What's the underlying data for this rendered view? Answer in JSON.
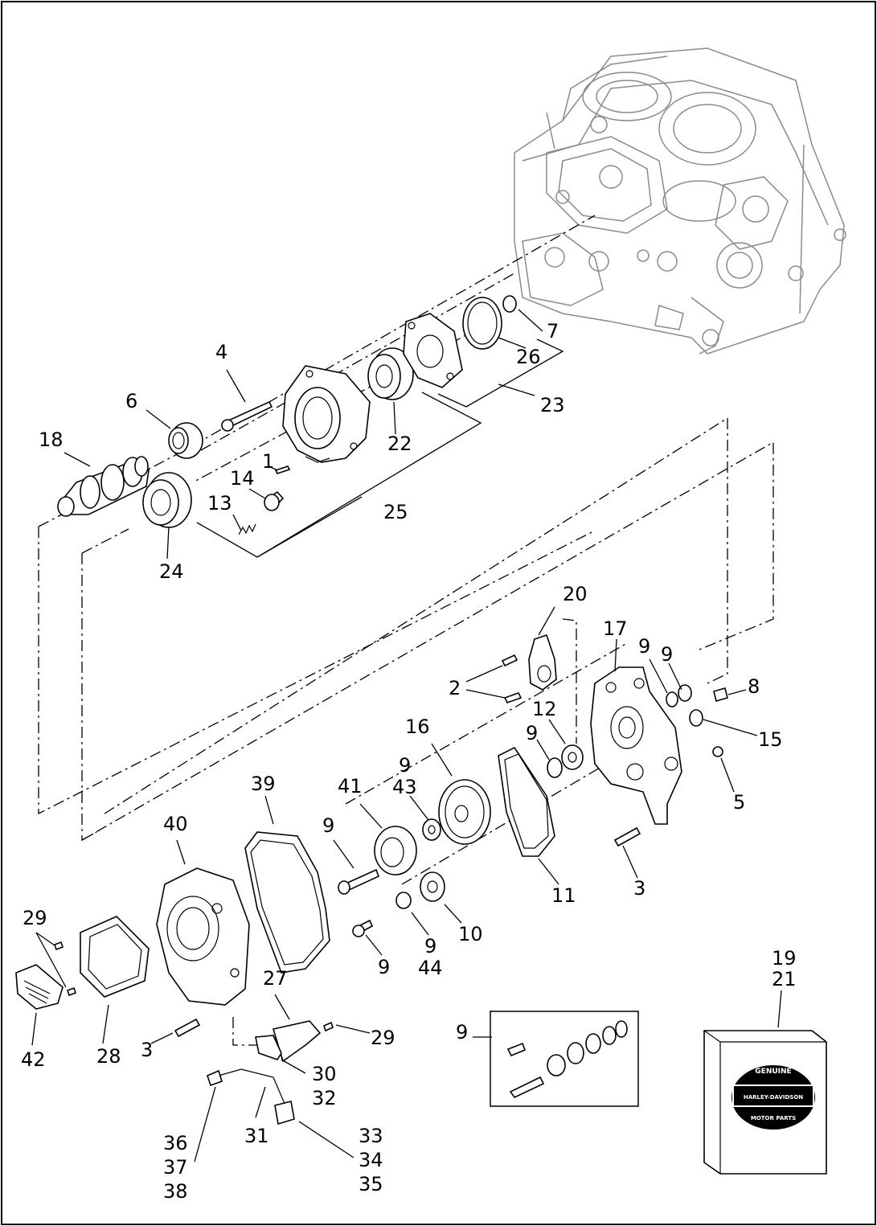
{
  "callouts": {
    "c1": "1",
    "c2": "2",
    "c3a": "3",
    "c3b": "3",
    "c4": "4",
    "c5": "5",
    "c6": "6",
    "c7": "7",
    "c8": "8",
    "c9_top1": "9",
    "c9_top2": "9",
    "c9_mid": "9",
    "c9_43": "9",
    "c9_bolt": "9",
    "c9_lower": "9",
    "c9_44": "9",
    "c9_kit": "9",
    "c10": "10",
    "c11": "11",
    "c12": "12",
    "c13": "13",
    "c14": "14",
    "c15": "15",
    "c16": "16",
    "c17": "17",
    "c18": "18",
    "c19": "19",
    "c20": "20",
    "c21": "21",
    "c22": "22",
    "c23": "23",
    "c24": "24",
    "c25": "25",
    "c26": "26",
    "c27": "27",
    "c28": "28",
    "c29a": "29",
    "c29b": "29",
    "c30": "30",
    "c31": "31",
    "c32": "32",
    "c33": "33",
    "c34": "34",
    "c35": "35",
    "c36": "36",
    "c37": "37",
    "c38": "38",
    "c39": "39",
    "c40": "40",
    "c41": "41",
    "c42": "42",
    "c43": "43",
    "c44": "44"
  },
  "badge": {
    "top": "GENUINE",
    "band": "HARLEY-DAVIDSON",
    "bottom": "MOTOR PARTS"
  }
}
